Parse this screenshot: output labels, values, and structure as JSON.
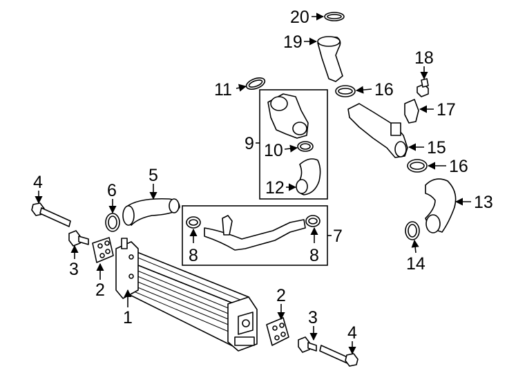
{
  "callouts": {
    "c1": "1",
    "c2a": "2",
    "c2b": "2",
    "c3a": "3",
    "c3b": "3",
    "c4a": "4",
    "c4b": "4",
    "c5": "5",
    "c6": "6",
    "c7": "7",
    "c8a": "8",
    "c8b": "8",
    "c9": "9",
    "c10": "10",
    "c11": "11",
    "c12": "12",
    "c13": "13",
    "c14": "14",
    "c15": "15",
    "c16a": "16",
    "c16b": "16",
    "c17": "17",
    "c18": "18",
    "c19": "19",
    "c20": "20"
  }
}
